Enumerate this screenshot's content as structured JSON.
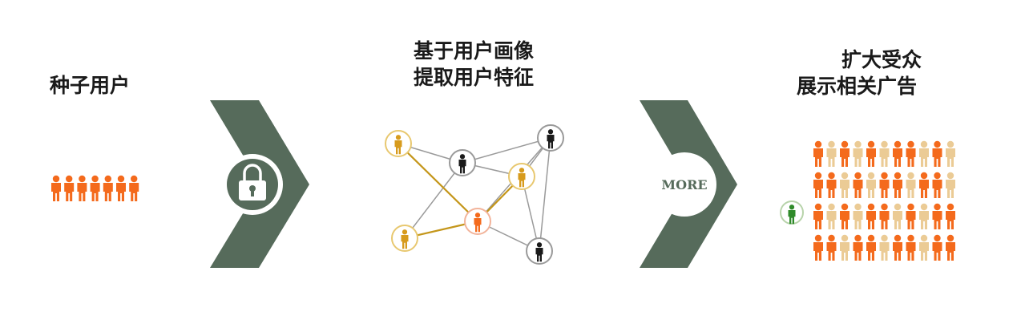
{
  "steps": [
    {
      "title": "种子用户"
    },
    {
      "title_line1": "基于用户画像",
      "title_line2": "提取用户特征"
    },
    {
      "title_line1": "扩大受众",
      "title_line2": "展示相关广告"
    }
  ],
  "arrow1": {
    "icon": "lock-icon"
  },
  "arrow2": {
    "label": "MORE"
  },
  "colors": {
    "arrow": "#566b5b",
    "orange": "#f46a1c",
    "gold": "#d79b1d",
    "beige": "#ebcb95",
    "green": "#2f8a2a",
    "black": "#1a1a1a"
  }
}
